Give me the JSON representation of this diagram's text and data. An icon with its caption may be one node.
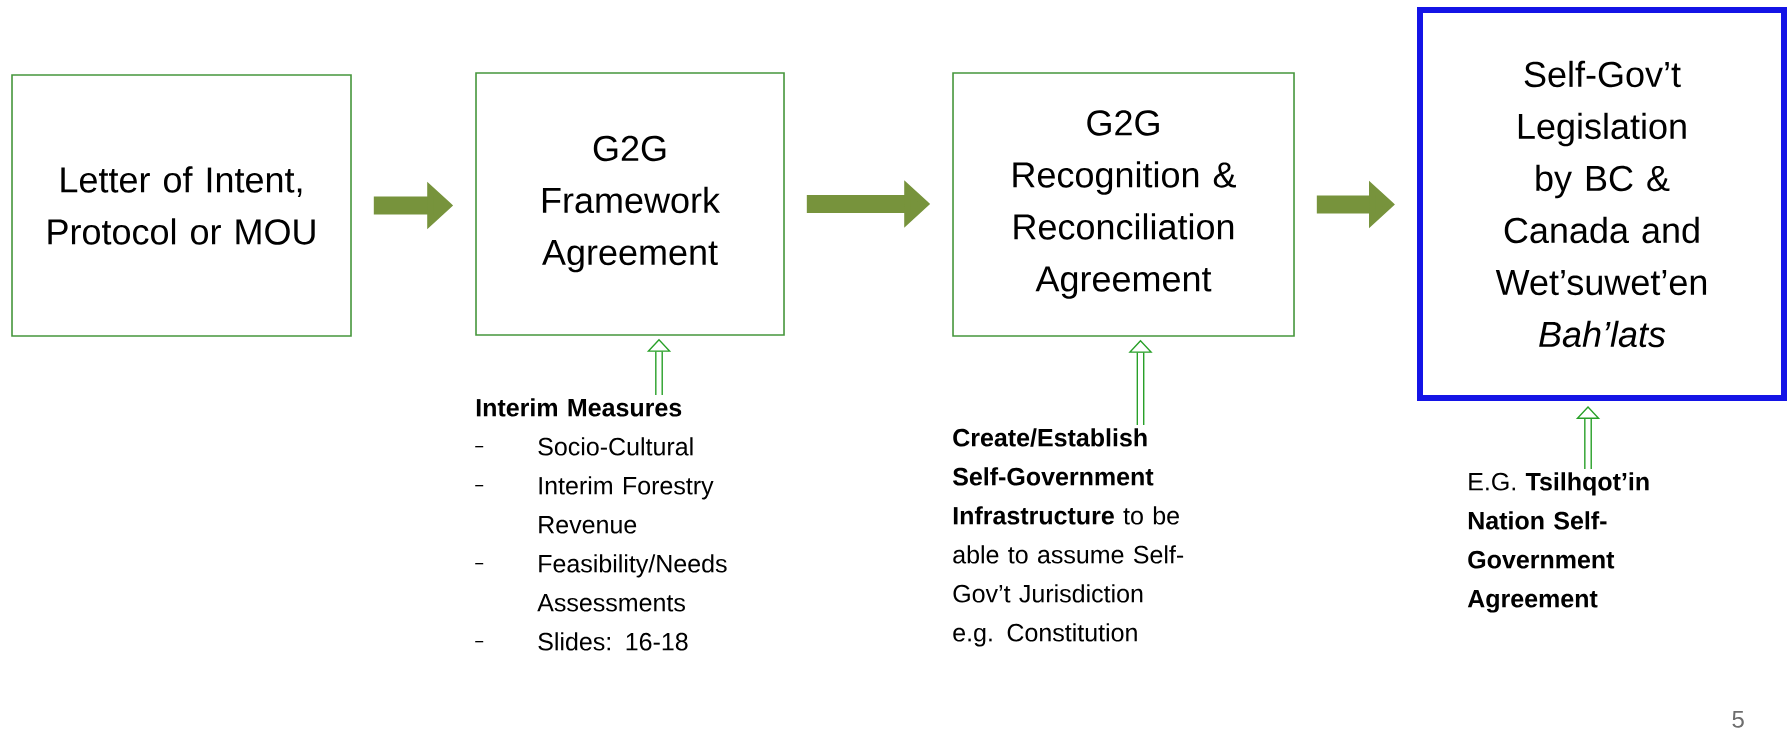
{
  "diagram": {
    "nodes": [
      {
        "text": [
          "Letter of Intent, Protocol or MOU"
        ]
      },
      {
        "text": [
          "G2G Framework Agreement"
        ]
      },
      {
        "text": [
          "G2G Recognition & Reconciliation Agreement"
        ]
      },
      {
        "text": [
          "Self-Gov’t Legislation by BC & Canada and Wet’suwet’en *Bah’lats*"
        ]
      },
      {
        "text": [
          "Interim Measures",
          "Socio-Cultural",
          "Interim Forestry Revenue",
          "Feasibility/Needs Assessments",
          "Slides: 16-18"
        ]
      },
      {
        "text": [
          "**Create/Establish Self-Government Infrastructure** to be able to assume Self-Gov’t Jurisdiction e.g. Constitution"
        ]
      },
      {
        "text": [
          "E.G. **Tsilhqot’in Nation Self-Government Agreement**"
        ]
      }
    ],
    "edges": [
      {
        "from": 0,
        "to": 1,
        "arrow": "to",
        "style": "thick"
      },
      {
        "from": 1,
        "to": 2,
        "arrow": "to",
        "style": "thick"
      },
      {
        "from": 2,
        "to": 3,
        "arrow": "to",
        "style": "thick"
      },
      {
        "from": 4,
        "to": 1,
        "arrow": "to"
      },
      {
        "from": 5,
        "to": 2,
        "arrow": "to"
      },
      {
        "from": 6,
        "to": 3,
        "arrow": "to"
      }
    ],
    "labels": [
      "5"
    ]
  }
}
